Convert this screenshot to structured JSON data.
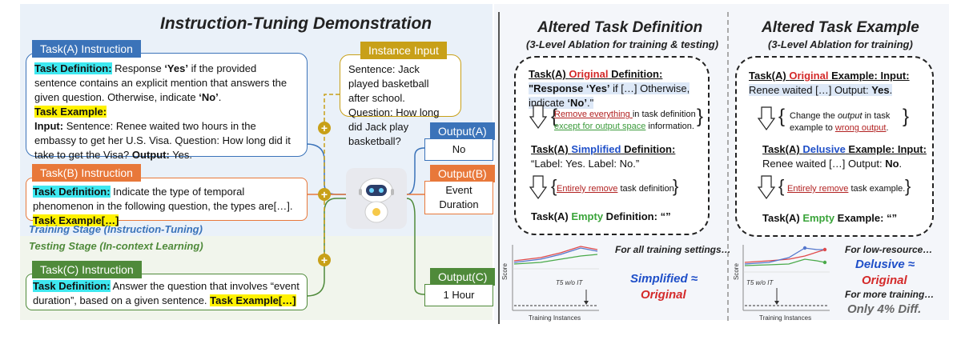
{
  "left": {
    "title": "Instruction-Tuning Demonstration",
    "taskA": {
      "header": "Task(A) Instruction",
      "def_label": "Task Definition:",
      "def_text_1": " Response ",
      "def_yes": "‘Yes’",
      "def_text_2": " if the provided sentence contains an explicit mention that answers the given question. Otherwise, indicate ",
      "def_no": "‘No’",
      "def_text_3": ".",
      "example_label": "Task Example:",
      "input_label": "Input:",
      "input_text": " Sentence: Renee waited two hours in the embassy to get her U.S. Visa. Question: How long did it take to get the Visa? ",
      "output_label": "Output:",
      "output_text": " Yes."
    },
    "taskB": {
      "header": "Task(B) Instruction",
      "def_label": "Task Definition:",
      "def_text": " Indicate the type of temporal phenomenon in the following question, the types are[…]. ",
      "example_label": "Task Example[…]"
    },
    "taskC": {
      "header": "Task(C) Instruction",
      "def_label": "Task Definition:",
      "def_text": "  Answer the question that involves “event duration”, based on a given sentence. ",
      "example_label": "Task Example[…]"
    },
    "instance": {
      "header": "Instance Input",
      "text": "Sentence: Jack played basketball after school. Question: How long did Jack play basketball?"
    },
    "outputs": [
      {
        "header": "Output(A)",
        "value": "No"
      },
      {
        "header": "Output(B)",
        "value": "Event Duration"
      },
      {
        "header": "Output(C)",
        "value": "1 Hour"
      }
    ],
    "training_stage": "Training Stage (Instruction-Tuning)",
    "testing_stage": "Testing Stage (In-context Learning)",
    "plus_symbol": "+"
  },
  "middle": {
    "title": "Altered Task Definition",
    "subtitle": "(3-Level Ablation for training & testing)",
    "orig_prefix": "Task(A) ",
    "orig_word": "Original",
    "orig_mid": " Definition: ",
    "orig_quote": "\"Response ",
    "orig_yes": "‘Yes’",
    "orig_rest": " if […] Otherwise, indicate ",
    "orig_no": "‘No’",
    "orig_end": ".\"",
    "step1_red": "Remove everything ",
    "step1_a": "in task definition",
    "step1_green": "except for output space",
    "step1_b": " information.",
    "simp_prefix": "Task(A) ",
    "simp_word": "Simplified",
    "simp_mid": " Definition:",
    "simp_text": "“Label: Yes. Label: No.”",
    "step2_red": "Entirely remove",
    "step2_rest": " task definition.",
    "empty_prefix": "Task(A) ",
    "empty_word": "Empty",
    "empty_mid": " Definition: ",
    "empty_val": "“”",
    "chart_caption": "For all training settings…",
    "conclusion_a": "Simplified ≈",
    "conclusion_b": "Original",
    "t5_label": "T5 w/o IT",
    "xlabel": "Training Instances",
    "ylabel": "Score"
  },
  "right": {
    "title": "Altered Task Example",
    "subtitle": "(3-Level Ablation for training)",
    "orig_prefix": "Task(A) ",
    "orig_word": "Original",
    "orig_mid": " Example: Input:",
    "orig_line2": "Renee waited […] Output: ",
    "orig_yes": "Yes",
    "orig_end": ".",
    "step1_a": "Change the ",
    "step1_ital": "output",
    "step1_b": " in task example to ",
    "step1_red": "wrong output",
    "step1_end": ".",
    "del_prefix": "Task(A) ",
    "del_word": "Delusive",
    "del_mid": " Example: Input:",
    "del_line2": "Renee waited […] Output: ",
    "del_no": "No",
    "del_end": ".",
    "step2_red": "Entirely remove",
    "step2_rest": " task example.",
    "empty_prefix": "Task(A) ",
    "empty_word": "Empty",
    "empty_mid": " Example: ",
    "empty_val": "“”",
    "caption1": "For low-resource…",
    "delusive": "Delusive ≈",
    "original": "Original",
    "caption2": "For more training…",
    "diff": "Only 4% Diff.",
    "t5_label": "T5 w/o IT",
    "xlabel": "Training Instances",
    "ylabel": "Score"
  },
  "colors": {
    "blue": "#3b73b9",
    "orange": "#e8783a",
    "green": "#4f8a3a",
    "gold": "#c8a018",
    "red_line": "#e04a4a",
    "blue_line": "#5577cc",
    "green_line": "#4aaa4a"
  }
}
